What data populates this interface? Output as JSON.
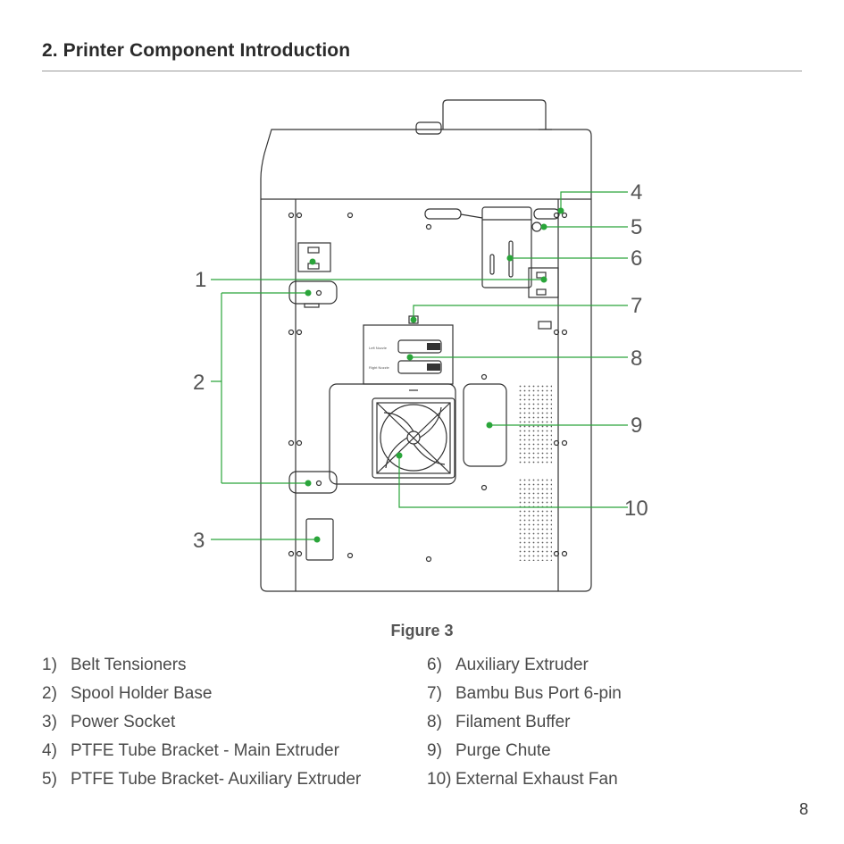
{
  "section": {
    "title": "2. Printer Component Introduction"
  },
  "figure": {
    "caption": "Figure 3",
    "buffer_labels": [
      "Left Nozzle",
      "Right Nozzle"
    ],
    "callouts": [
      "1",
      "2",
      "3",
      "4",
      "5",
      "6",
      "7",
      "8",
      "9",
      "10"
    ]
  },
  "components": [
    {
      "num": "1)",
      "label": "Belt Tensioners"
    },
    {
      "num": "2)",
      "label": "Spool Holder Base"
    },
    {
      "num": "3)",
      "label": "Power Socket"
    },
    {
      "num": "4)",
      "label": "PTFE Tube Bracket - Main Extruder"
    },
    {
      "num": "5)",
      "label": "PTFE Tube Bracket- Auxiliary Extruder"
    },
    {
      "num": "6)",
      "label": "Auxiliary Extruder"
    },
    {
      "num": "7)",
      "label": "Bambu Bus Port 6-pin"
    },
    {
      "num": "8)",
      "label": "Filament Buffer"
    },
    {
      "num": "9)",
      "label": "Purge Chute"
    },
    {
      "num": "10)",
      "label": "External Exhaust Fan"
    }
  ],
  "page": {
    "number": "8"
  },
  "colors": {
    "accent": "#2aa53a",
    "line": "#444444"
  }
}
